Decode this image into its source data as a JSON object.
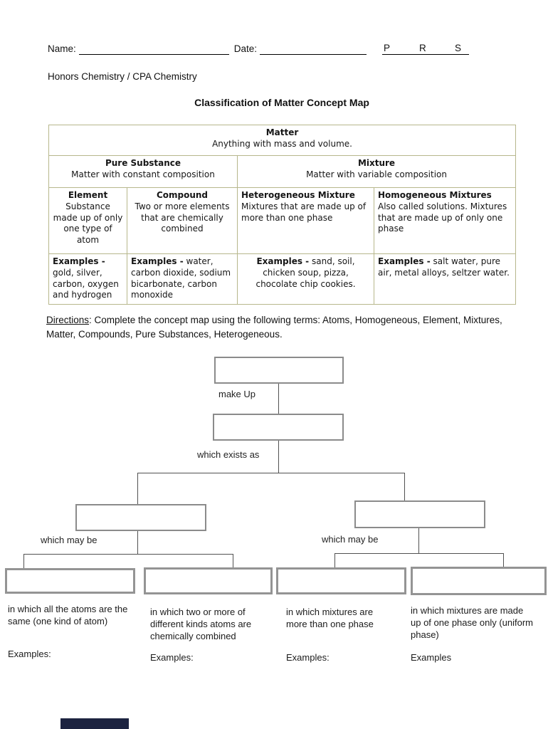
{
  "header": {
    "name_label": "Name:",
    "date_label": "Date:",
    "initials": [
      "P",
      "R",
      "S"
    ],
    "course": "Honors Chemistry / CPA Chemistry",
    "title": "Classification of Matter Concept Map"
  },
  "table": {
    "matter": {
      "title": "Matter",
      "desc": "Anything with mass and volume."
    },
    "pure_substance": {
      "title": "Pure Substance",
      "desc": "Matter with constant composition"
    },
    "mixture": {
      "title": "Mixture",
      "desc": "Matter with variable composition"
    },
    "element": {
      "title": "Element",
      "desc": "Substance made up of only one type of atom",
      "examples_label": "Examples -",
      "examples": "gold, silver, carbon, oxygen and hydrogen"
    },
    "compound": {
      "title": "Compound",
      "desc": "Two or more elements that are chemically combined",
      "examples_label": "Examples -",
      "examples": "water, carbon dioxide, sodium bicarbonate, carbon monoxide"
    },
    "heterogeneous": {
      "title": "Heterogeneous Mixture",
      "desc": "Mixtures that are made up of more than one phase",
      "examples_label": "Examples -",
      "examples": "sand, soil, chicken soup, pizza, chocolate chip cookies."
    },
    "homogeneous": {
      "title": "Homogeneous Mixtures",
      "desc": "Also called solutions. Mixtures that are made up of only one phase",
      "examples_label": "Examples -",
      "examples": "salt water, pure air, metal alloys, seltzer water."
    }
  },
  "directions": {
    "label": "Directions",
    "text": ": Complete the concept map using the following terms: Atoms, Homogeneous, Element, Mixtures, Matter, Compounds, Pure Substances, Heterogeneous."
  },
  "concept_map": {
    "edge_labels": {
      "make_up": "make Up",
      "exists_as": "which exists as",
      "may_be_left": "which may be",
      "may_be_right": "which may be"
    },
    "captions": [
      "in which all the atoms are the same (one kind of atom)",
      "in which two or more of different kinds atoms are chemically combined",
      "in which mixtures are more than one phase",
      "in which mixtures are made up of one phase only (uniform phase)"
    ],
    "examples_labels": [
      "Examples:",
      "Examples:",
      "Examples:",
      "Examples"
    ]
  },
  "colors": {
    "table_border": "#b7b78c",
    "box_border": "#8b8b8b",
    "connector": "#515151",
    "footer_bar": "#1c2340"
  }
}
